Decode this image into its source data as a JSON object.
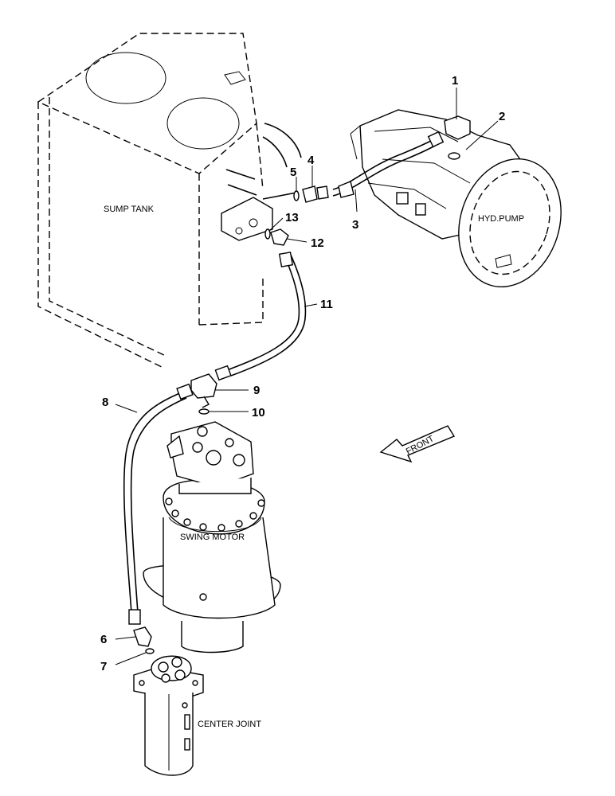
{
  "labels": {
    "sump_tank": "SUMP TANK",
    "hyd_pump": "HYD.PUMP",
    "swing_motor": "SWING MOTOR",
    "center_joint": "CENTER JOINT",
    "front": "FRONT"
  },
  "callouts": {
    "c1": "1",
    "c2": "2",
    "c3": "3",
    "c4": "4",
    "c5": "5",
    "c6": "6",
    "c7": "7",
    "c8": "8",
    "c9": "9",
    "c10": "10",
    "c11": "11",
    "c12": "12",
    "c13": "13"
  }
}
